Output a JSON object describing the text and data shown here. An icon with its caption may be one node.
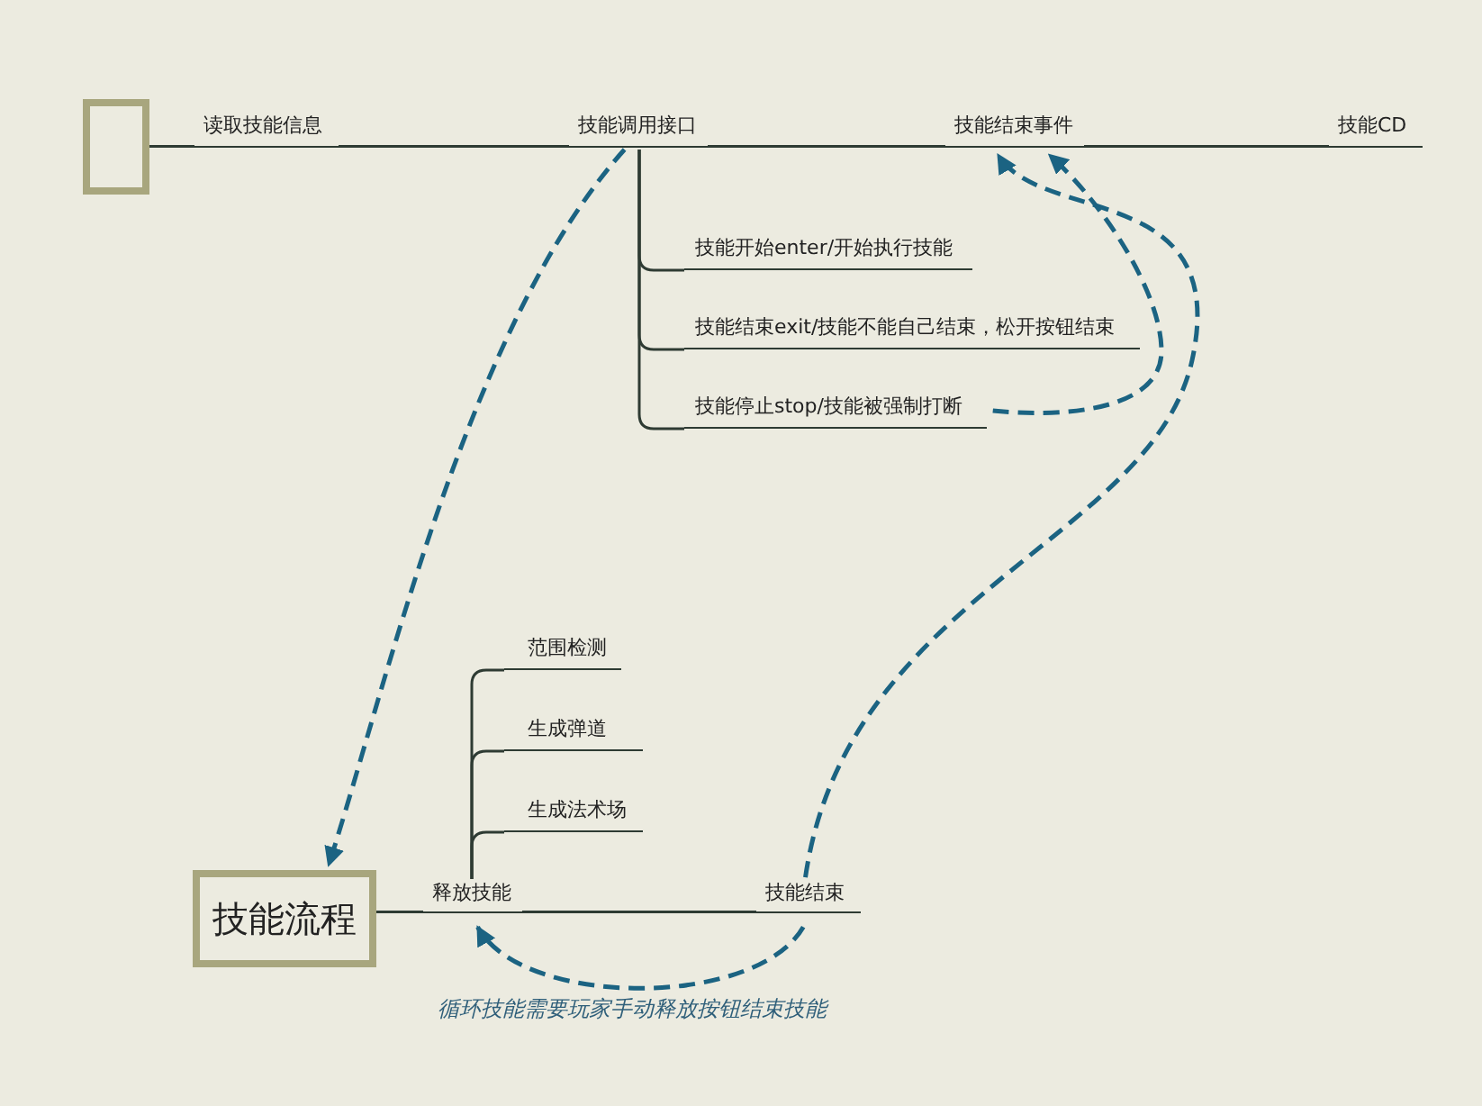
{
  "diagram": {
    "nodes": [
      {
        "text": [],
        "shape": "box"
      },
      {
        "text": [
          "读取技能信息"
        ]
      },
      {
        "text": [
          "技能调用接口"
        ]
      },
      {
        "text": [
          "技能结束事件"
        ]
      },
      {
        "text": [
          "技能CD"
        ]
      },
      {
        "text": [
          "技能开始enter/开始执行技能"
        ]
      },
      {
        "text": [
          "技能结束exit/技能不能自己结束，松开按钮结束"
        ]
      },
      {
        "text": [
          "技能停止stop/技能被强制打断"
        ]
      },
      {
        "text": [
          "范围检测"
        ]
      },
      {
        "text": [
          "生成弹道"
        ]
      },
      {
        "text": [
          "生成法术场"
        ]
      },
      {
        "text": [
          "技能流程"
        ]
      },
      {
        "text": [
          "释放技能"
        ]
      },
      {
        "text": [
          "技能结束"
        ]
      }
    ],
    "edges": [
      {
        "from": 0,
        "to": 1,
        "arrow": "none"
      },
      {
        "from": 1,
        "to": 2,
        "arrow": "none"
      },
      {
        "from": 2,
        "to": 3,
        "arrow": "none"
      },
      {
        "from": 3,
        "to": 4,
        "arrow": "none"
      },
      {
        "from": 2,
        "to": 5,
        "arrow": "none"
      },
      {
        "from": 2,
        "to": 6,
        "arrow": "none"
      },
      {
        "from": 2,
        "to": 7,
        "arrow": "none"
      },
      {
        "from": 11,
        "to": 12,
        "arrow": "none"
      },
      {
        "from": 12,
        "to": 13,
        "arrow": "none"
      },
      {
        "from": 12,
        "to": 8,
        "arrow": "none"
      },
      {
        "from": 12,
        "to": 9,
        "arrow": "none"
      },
      {
        "from": 12,
        "to": 10,
        "arrow": "none"
      },
      {
        "from": 2,
        "to": 11,
        "arrow": "to",
        "style": "dashed",
        "color": "#1b6382"
      },
      {
        "from": 13,
        "to": 3,
        "arrow": "to",
        "style": "dashed",
        "color": "#1b6382"
      },
      {
        "from": 7,
        "to": 3,
        "arrow": "to",
        "style": "dashed",
        "color": "#1b6382"
      },
      {
        "from": 13,
        "to": 12,
        "arrow": "to",
        "style": "dashed",
        "color": "#1b6382",
        "label": "循环技能需要玩家手动释放按钮结束技能"
      }
    ]
  }
}
